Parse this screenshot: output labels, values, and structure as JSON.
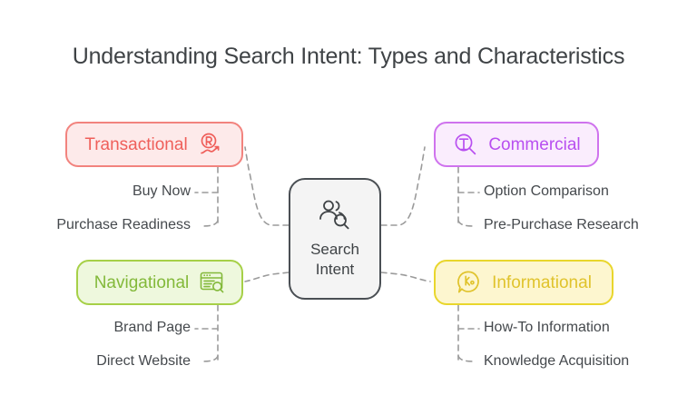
{
  "diagram": {
    "title": "Understanding Search Intent: Types and Characteristics",
    "center": {
      "line1": "Search",
      "line2": "Intent",
      "icon": "people-search-icon",
      "fill": "#f4f4f4",
      "border": "#4a4f54",
      "text_color": "#3f4346"
    },
    "branches": [
      {
        "id": "transactional",
        "label": "Transactional",
        "icon": "registered-trademark-growth-arrow-icon",
        "fill": "#fdeaea",
        "border": "#f2837e",
        "text_color": "#ef5f5a",
        "children": [
          "Buy Now",
          "Purchase Readiness"
        ]
      },
      {
        "id": "commercial",
        "label": "Commercial",
        "icon": "magnifier-table-icon",
        "fill": "#faedfd",
        "border": "#cf73ee",
        "text_color": "#b84ff0",
        "children": [
          "Option Comparison",
          "Pre-Purchase Research"
        ]
      },
      {
        "id": "navigational",
        "label": "Navigational",
        "icon": "browser-window-search-icon",
        "fill": "#eef8dd",
        "border": "#a6d047",
        "text_color": "#83b93a",
        "children": [
          "Brand Page",
          "Direct Website"
        ]
      },
      {
        "id": "informational",
        "label": "Informational",
        "icon": "speech-bubble-knowledge-icon",
        "fill": "#fdf6cf",
        "border": "#e9d62c",
        "text_color": "#e0c32c",
        "children": [
          "How-To Information",
          "Knowledge Acquisition"
        ]
      }
    ],
    "connector_color": "#9b9b9b",
    "background": "#ffffff"
  }
}
